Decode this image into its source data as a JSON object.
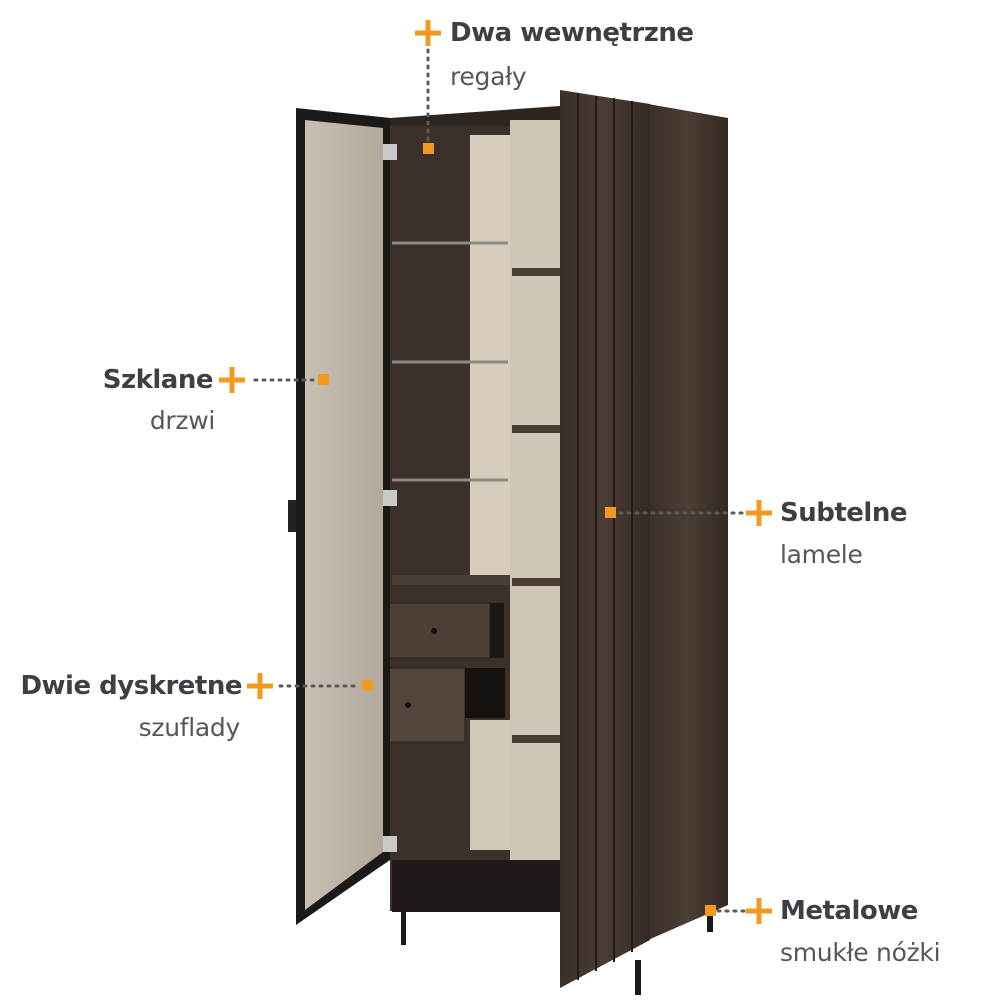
{
  "colors": {
    "accent": "#f29a1d",
    "title_text": "#3d3f44",
    "subtitle_text": "#55575c",
    "wood": "#3e322b",
    "interior_light": "#cfc6b8"
  },
  "annotations": [
    {
      "id": "shelves",
      "title": "Dwa wewnętrzne",
      "subtitle": "regały"
    },
    {
      "id": "glass-door",
      "title": "Szklane",
      "subtitle": "drzwi"
    },
    {
      "id": "slats",
      "title": "Subtelne",
      "subtitle": "lamele"
    },
    {
      "id": "drawers",
      "title": "Dwie dyskretne",
      "subtitle": "szuflady"
    },
    {
      "id": "legs",
      "title": "Metalowe",
      "subtitle": "smukłe nóżki"
    }
  ],
  "icons": {
    "marker": "plus-icon",
    "hotspot": "square-dot-icon"
  }
}
